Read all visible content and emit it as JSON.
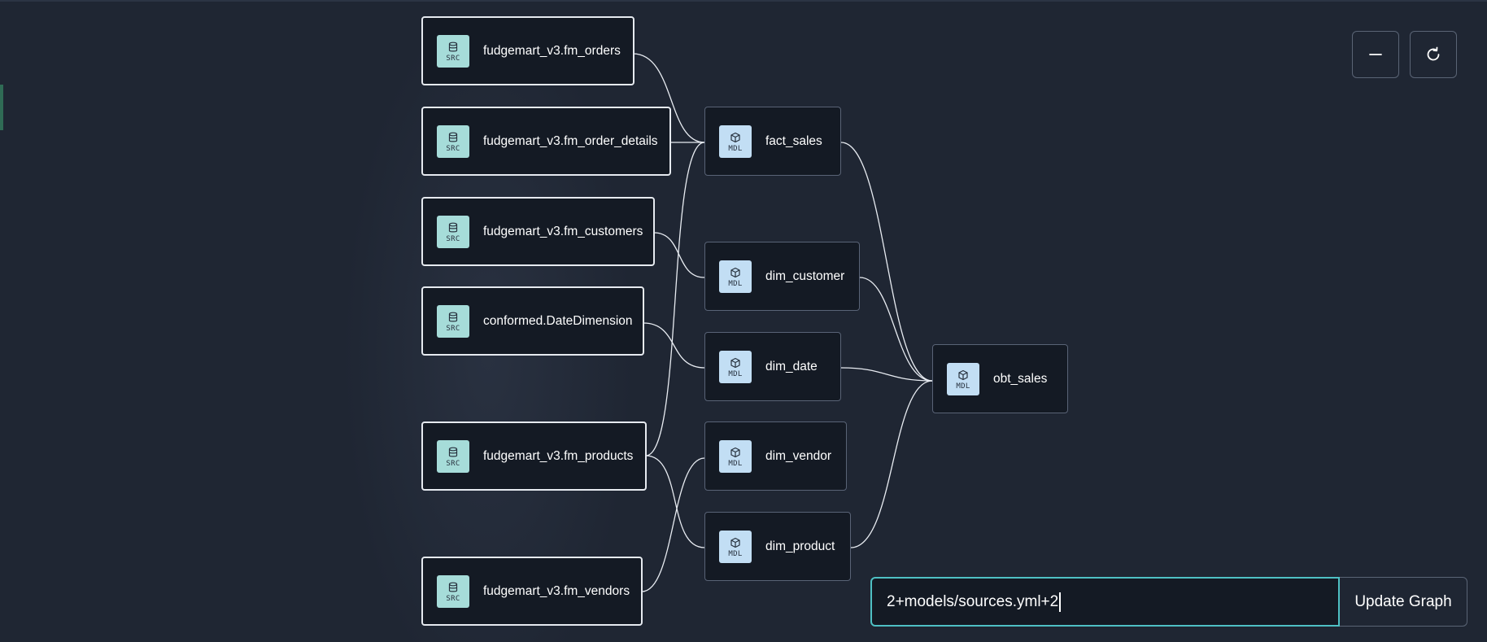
{
  "graph": {
    "sources": [
      {
        "label": "fudgemart_v3.fm_orders",
        "tag": "SRC",
        "icon": "database-icon"
      },
      {
        "label": "fudgemart_v3.fm_order_details",
        "tag": "SRC",
        "icon": "database-icon"
      },
      {
        "label": "fudgemart_v3.fm_customers",
        "tag": "SRC",
        "icon": "database-icon"
      },
      {
        "label": "conformed.DateDimension",
        "tag": "SRC",
        "icon": "database-icon"
      },
      {
        "label": "fudgemart_v3.fm_products",
        "tag": "SRC",
        "icon": "database-icon"
      },
      {
        "label": "fudgemart_v3.fm_vendors",
        "tag": "SRC",
        "icon": "database-icon"
      }
    ],
    "models": [
      {
        "label": "fact_sales",
        "tag": "MDL",
        "icon": "cube-icon"
      },
      {
        "label": "dim_customer",
        "tag": "MDL",
        "icon": "cube-icon"
      },
      {
        "label": "dim_date",
        "tag": "MDL",
        "icon": "cube-icon"
      },
      {
        "label": "dim_vendor",
        "tag": "MDL",
        "icon": "cube-icon"
      },
      {
        "label": "dim_product",
        "tag": "MDL",
        "icon": "cube-icon"
      }
    ],
    "final": {
      "label": "obt_sales",
      "tag": "MDL",
      "icon": "cube-icon"
    }
  },
  "controls": {
    "collapse_icon": "minus-icon",
    "refresh_icon": "refresh-icon"
  },
  "query_bar": {
    "value": "2+models/sources.yml+2",
    "button_label": "Update Graph"
  },
  "colors": {
    "background": "#1f2633",
    "node_background": "#141a24",
    "src_badge": "#a6dcd9",
    "mdl_badge": "#c2def4",
    "input_focus": "#4ec0c4"
  }
}
